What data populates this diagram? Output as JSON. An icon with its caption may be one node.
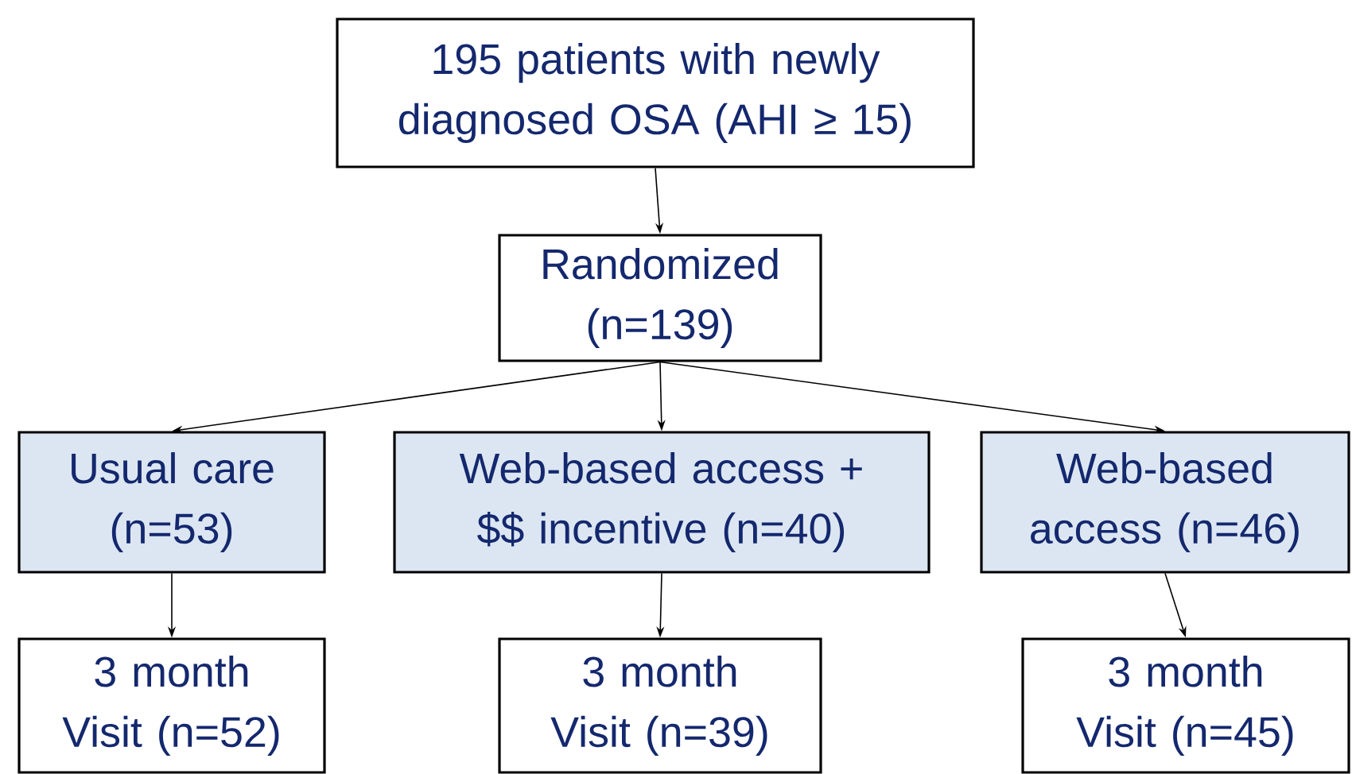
{
  "diagram": {
    "nodes": [
      {
        "text": [
          "195 patients with newly diagnosed OSA (AHI ≥ 15)"
        ]
      },
      {
        "text": [
          "Randomized (n=139)"
        ]
      },
      {
        "text": [
          "Usual care (n=53)"
        ]
      },
      {
        "text": [
          "Web-based access + $$ incentive (n=40)"
        ]
      },
      {
        "text": [
          "Web-based access (n=46)"
        ]
      },
      {
        "text": [
          "3 month Visit (n=52)"
        ]
      },
      {
        "text": [
          "3 month Visit (n=39)"
        ]
      },
      {
        "text": [
          "3 month Visit (n=45)"
        ]
      }
    ],
    "edges": [
      {
        "from": 0,
        "to": 1,
        "arrow": "to"
      },
      {
        "from": 1,
        "to": 2,
        "arrow": "to"
      },
      {
        "from": 1,
        "to": 3,
        "arrow": "to"
      },
      {
        "from": 1,
        "to": 4,
        "arrow": "to"
      },
      {
        "from": 2,
        "to": 5,
        "arrow": "to"
      },
      {
        "from": 3,
        "to": 6,
        "arrow": "to"
      },
      {
        "from": 4,
        "to": 7,
        "arrow": "to"
      }
    ]
  }
}
